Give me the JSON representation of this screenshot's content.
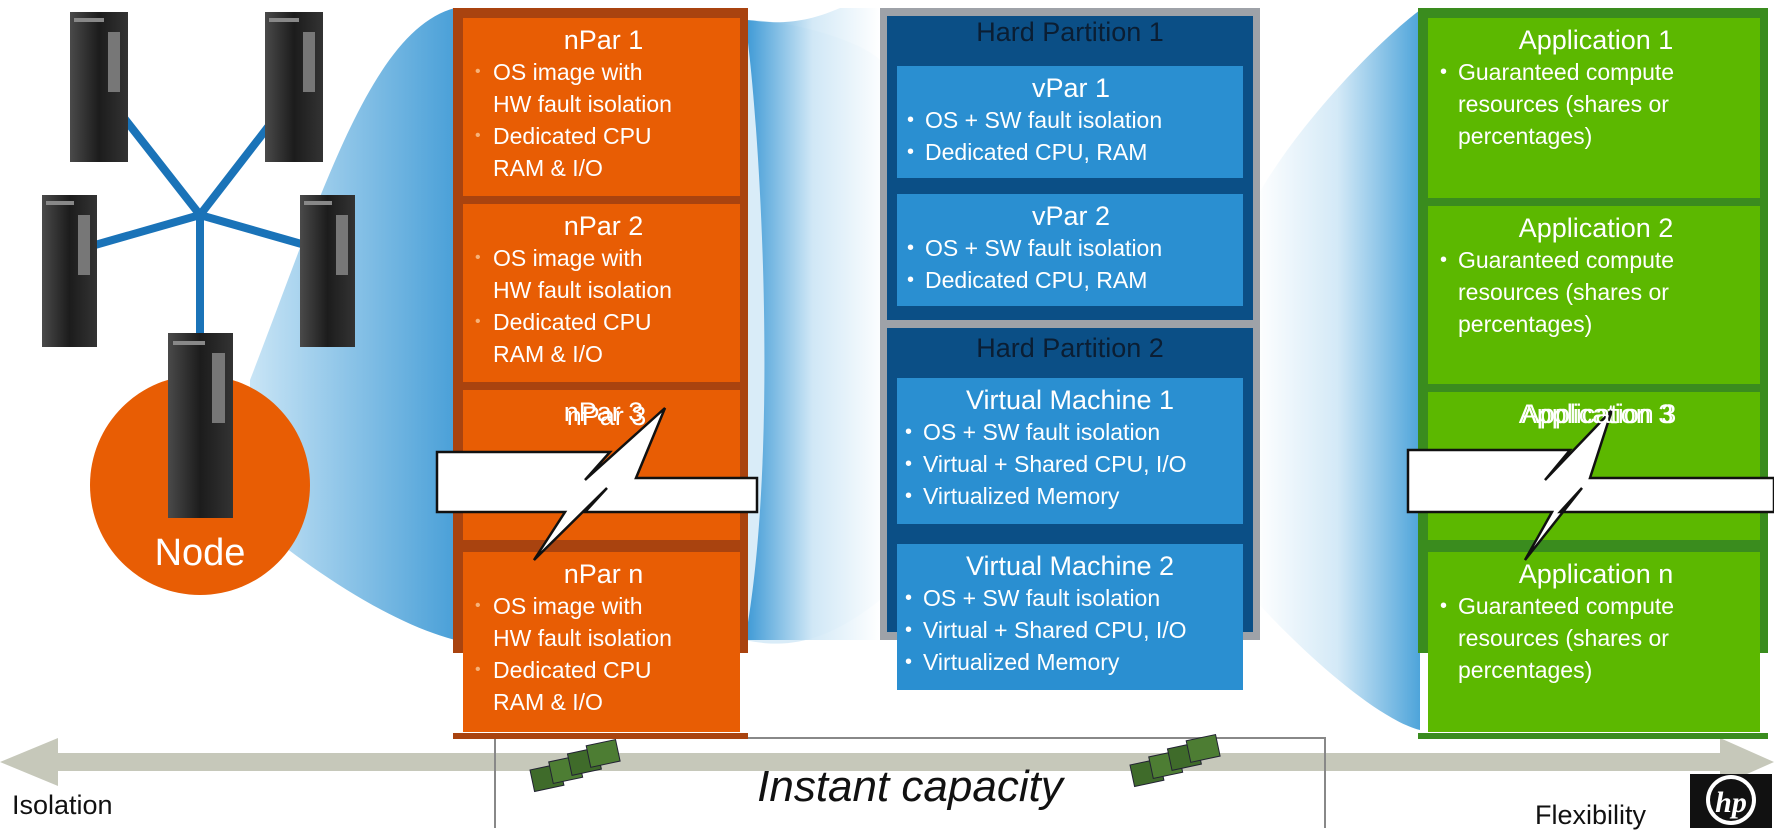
{
  "node": {
    "label": "Node"
  },
  "npars": [
    {
      "title": "nPar 1",
      "bullets": [
        "OS image with HW fault isolation",
        "Dedicated CPU RAM & I/O"
      ]
    },
    {
      "title": "nPar 2",
      "bullets": [
        "OS image with HW fault isolation",
        "Dedicated CPU RAM & I/O"
      ]
    },
    {
      "title": "nPar 3",
      "bullets": []
    },
    {
      "title": "nPar n",
      "bullets": [
        "OS image with HW fault isolation",
        "Dedicated CPU RAM & I/O"
      ]
    }
  ],
  "hard_partitions": [
    {
      "title": "Hard Partition 1",
      "items": [
        {
          "title": "vPar 1",
          "bullets": [
            "OS + SW fault isolation",
            "Dedicated CPU, RAM"
          ]
        },
        {
          "title": "vPar 2",
          "bullets": [
            "OS + SW fault isolation",
            "Dedicated CPU, RAM"
          ]
        }
      ]
    },
    {
      "title": "Hard Partition 2",
      "items": [
        {
          "title": "Virtual Machine 1",
          "bullets": [
            "OS + SW fault isolation",
            "Virtual + Shared CPU, I/O",
            "Virtualized Memory"
          ]
        },
        {
          "title": "Virtual Machine 2",
          "bullets": [
            "OS + SW fault isolation",
            "Virtual + Shared CPU, I/O",
            "Virtualized Memory"
          ]
        }
      ]
    }
  ],
  "applications": [
    {
      "title": "Application 1",
      "bullets": [
        "Guaranteed compute resources (shares or percentages)"
      ]
    },
    {
      "title": "Application 2",
      "bullets": [
        "Guaranteed compute resources (shares or percentages)"
      ]
    },
    {
      "title": "Application 3",
      "bullets": []
    },
    {
      "title": "Application n",
      "bullets": [
        "Guaranteed compute resources (shares or percentages)"
      ]
    }
  ],
  "axis": {
    "left_label": "Isolation",
    "right_label": "Flexibility"
  },
  "capacity": {
    "label": "Instant capacity"
  },
  "logo": {
    "text": "hp"
  },
  "colors": {
    "orange": "#e85d04",
    "orange_dark": "#a9430f",
    "blue": "#2a8fd1",
    "blue_dark": "#0b4f86",
    "green": "#5cb800",
    "green_dark": "#3a8c1e",
    "line_blue": "#1a73b8",
    "axis_gray": "#c6c8ba"
  }
}
